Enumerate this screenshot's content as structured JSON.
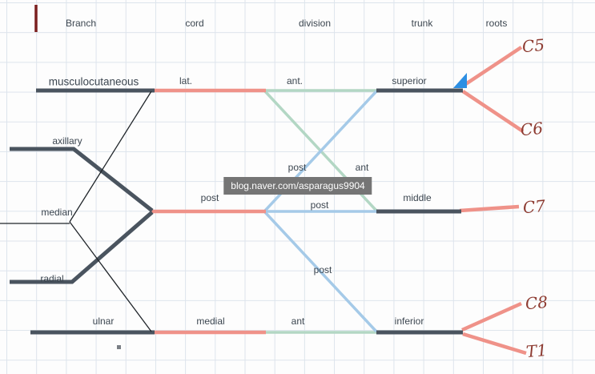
{
  "columns": {
    "branch": "Branch",
    "cord": "cord",
    "division": "division",
    "trunk": "trunk",
    "roots": "roots"
  },
  "branches": {
    "musculocutaneous": "musculocutaneous",
    "axillary": "axillary",
    "median": "median",
    "radial": "radial",
    "ulnar": "ulnar"
  },
  "cords": {
    "lateral": "lat.",
    "posterior": "post",
    "medial": "medial"
  },
  "divisions": {
    "anterior_superior": "ant.",
    "posterior_superior": "post",
    "anterior_middle": "ant",
    "posterior_middle": "post",
    "posterior_inferior": "post",
    "anterior_inferior": "ant"
  },
  "trunks": {
    "superior": "superior",
    "middle": "middle",
    "inferior": "inferior"
  },
  "roots": {
    "c5": "C5",
    "c6": "C6",
    "c7": "C7",
    "c8": "C8",
    "t1": "T1"
  },
  "watermark": {
    "text": "blog.naver.com/asparagus9904"
  },
  "colors": {
    "dark_line": "#4a545f",
    "thin_line": "#1f2429",
    "salmon": "#ef9289",
    "light_blue": "#a5cae8",
    "light_green": "#b3d7c4",
    "label_text": "#3c4650",
    "handwriting": "#8d3a30",
    "watermark_bg": "#757575",
    "watermark_text": "#ffffff",
    "accent_triangle": "#2d8fe3",
    "red_tick": "#7b1f1f",
    "grid_line": "#dde4ec",
    "background": "#fdfdfd"
  }
}
